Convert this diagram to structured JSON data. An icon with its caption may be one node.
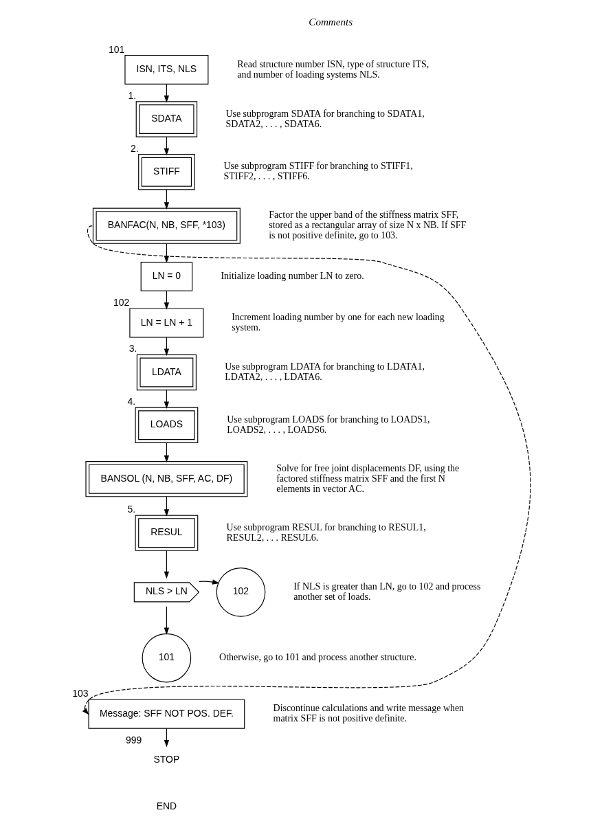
{
  "diagram": {
    "nodes": [
      {
        "text": [
          "ISN, ITS, NLS"
        ],
        "beside": [
          "101",
          "Read structure number ISN, type of structure ITS, and number of loading systems NLS."
        ]
      },
      {
        "text": [
          "SDATA"
        ],
        "beside": [
          "1.",
          "Use subprogram SDATA for branching to SDATA1, SDATA2, . . . , SDATA6."
        ]
      },
      {
        "text": [
          "STIFF"
        ],
        "beside": [
          "2.",
          "Use subprogram STIFF for branching to STIFF1, STIFF2, . . . , STIFF6."
        ]
      },
      {
        "text": [
          "BANFAC(N, NB, SFF, *103)"
        ],
        "beside": [
          "Factor the upper band of the stiffness matrix SFF, stored as a rectangular array of size N x NB. If SFF is not positive definite, go to 103."
        ]
      },
      {
        "text": [
          "LN = 0"
        ],
        "beside": [
          "Initialize loading number LN to zero."
        ]
      },
      {
        "text": [
          "LN = LN + 1"
        ],
        "beside": [
          "102",
          "Increment loading number by one for each new loading system."
        ]
      },
      {
        "text": [
          "LDATA"
        ],
        "beside": [
          "3.",
          "Use subprogram LDATA for branching to LDATA1, LDATA2, . . . , LDATA6."
        ]
      },
      {
        "text": [
          "LOADS"
        ],
        "beside": [
          "4.",
          "Use subprogram LOADS for branching to LOADS1, LOADS2, . . . , LOADS6."
        ]
      },
      {
        "text": [
          "BANSOL (N, NB, SFF, AC, DF)"
        ],
        "beside": [
          "Solve for free joint displacements DF, using the factored stiffness matrix SFF and the first N elements in vector AC."
        ]
      },
      {
        "text": [
          "RESUL"
        ],
        "beside": [
          "5.",
          "Use subprogram RESUL for branching to RESUL1, RESUL2, . . . RESUL6."
        ]
      },
      {
        "text": [
          "NLS > LN"
        ]
      },
      {
        "text": [
          "102"
        ],
        "beside": [
          "If NLS is greater than LN, go to 102 and process another set of loads."
        ]
      },
      {
        "text": [
          "101"
        ],
        "beside": [
          "Otherwise, go to 101 and process another structure."
        ]
      },
      {
        "text": [
          "Message: SFF NOT POS. DEF."
        ],
        "beside": [
          "103",
          "Discontinue calculations and write message when matrix SFF is not positive definite."
        ]
      },
      {
        "text": [
          "STOP"
        ],
        "beside": [
          "999"
        ]
      }
    ],
    "edges": [
      {
        "from": 0,
        "to": 1,
        "arrow": "to"
      },
      {
        "from": 1,
        "to": 2,
        "arrow": "to"
      },
      {
        "from": 2,
        "to": 3,
        "arrow": "to"
      },
      {
        "from": 3,
        "to": 4,
        "arrow": "to"
      },
      {
        "from": 4,
        "to": 5,
        "arrow": "to"
      },
      {
        "from": 5,
        "to": 6,
        "arrow": "to"
      },
      {
        "from": 6,
        "to": 7,
        "arrow": "to"
      },
      {
        "from": 7,
        "to": 8,
        "arrow": "to"
      },
      {
        "from": 8,
        "to": 9,
        "arrow": "to"
      },
      {
        "from": 9,
        "to": 10,
        "arrow": "to"
      },
      {
        "from": 10,
        "to": 11,
        "arrow": "to"
      },
      {
        "from": 10,
        "to": 12,
        "arrow": "to"
      },
      {
        "from": 3,
        "to": 13,
        "arrow": "to",
        "style": "dashed"
      },
      {
        "from": 13,
        "to": 14,
        "arrow": "to"
      }
    ],
    "labels": [
      "Comments",
      "END"
    ]
  }
}
